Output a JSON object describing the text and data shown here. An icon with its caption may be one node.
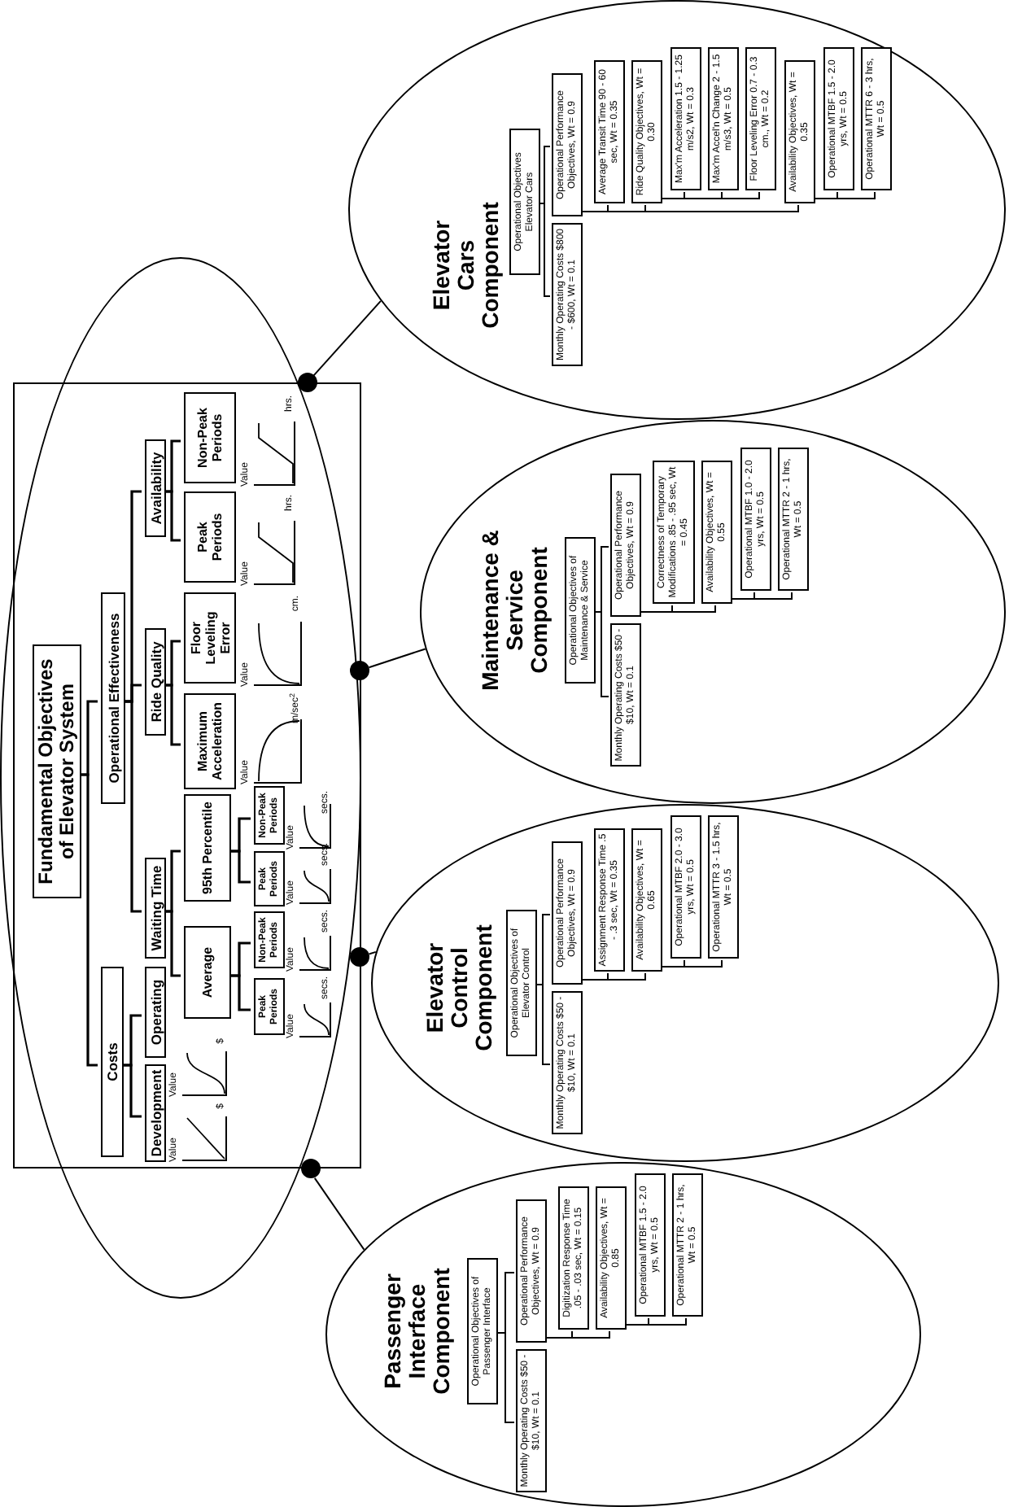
{
  "diagram": {
    "nodes": [
      {
        "text": [],
        "shape": "box",
        "in": 1
      },
      {
        "text": [],
        "shape": "ellipse"
      },
      {
        "text": [
          "Fundamental Objectives of Elevator System"
        ],
        "in": 0
      },
      {
        "text": [
          "Costs"
        ],
        "in": 0
      },
      {
        "text": [
          "Operational Effectiveness"
        ],
        "in": 0
      },
      {
        "text": [
          "Development"
        ],
        "in": 0
      },
      {
        "text": [
          "Operating"
        ],
        "in": 0
      },
      {
        "text": [
          "Waiting Time"
        ],
        "in": 0
      },
      {
        "text": [
          "Ride Quality"
        ],
        "in": 0
      },
      {
        "text": [
          "Availability"
        ],
        "in": 0
      },
      {
        "text": [
          "Average"
        ],
        "in": 0
      },
      {
        "text": [
          "95th Percentile"
        ],
        "in": 0
      },
      {
        "text": [
          "Maximum Acceleration"
        ],
        "in": 0
      },
      {
        "text": [
          "Floor Leveling Error"
        ],
        "in": 0
      },
      {
        "text": [
          "Peak Periods"
        ],
        "in": 0
      },
      {
        "text": [
          "Non-Peak Periods"
        ],
        "in": 0
      },
      {
        "text": [
          "Peak Periods"
        ],
        "in": 0
      },
      {
        "text": [
          "Non-Peak Periods"
        ],
        "in": 0
      },
      {
        "text": [
          "Peak Periods"
        ],
        "in": 0
      },
      {
        "text": [
          "Non-Peak Periods"
        ],
        "in": 0
      },
      {
        "text": [],
        "shape": "circle",
        "in": 1
      },
      {
        "text": [],
        "shape": "circle"
      },
      {
        "text": [],
        "shape": "circle"
      },
      {
        "text": [],
        "shape": "circle",
        "in": 1
      },
      {
        "text": [
          "Elevator Cars Component"
        ]
      },
      {
        "text": [
          "Operational Objectives Elevator Cars"
        ],
        "in": 24
      },
      {
        "text": [
          "Monthly Operating Costs $800 - $600, Wt = 0.1"
        ],
        "in": 24
      },
      {
        "text": [
          "Operational Performance Objectives, Wt = 0.9"
        ],
        "in": 24
      },
      {
        "text": [
          "Average Transit Time 90 - 60 sec, Wt = 0.35"
        ],
        "in": 24
      },
      {
        "text": [
          "Ride Quality Objectives, Wt = 0.30"
        ],
        "in": 24
      },
      {
        "text": [
          "Max'm Acceleration 1.5 - 1.25 m/s2, Wt = 0.3"
        ],
        "in": 24
      },
      {
        "text": [
          "Max'm Accel'n Change 2 - 1.5 m/s3, Wt = 0.5"
        ],
        "in": 24
      },
      {
        "text": [
          "Floor Leveling Error 0.7 - 0.3 cm., Wt = 0.2"
        ],
        "in": 24
      },
      {
        "text": [
          "Availability Objectives, Wt = 0.35"
        ],
        "in": 24
      },
      {
        "text": [
          "Operational MTBF 1.5 - 2.0 yrs, Wt = 0.5"
        ],
        "in": 24
      },
      {
        "text": [
          "Operational MTTR 6 - 3 hrs, Wt = 0.5"
        ],
        "in": 24
      },
      {
        "text": [
          "Maintenance & Service Component"
        ]
      },
      {
        "text": [
          "Operational Objectives of Maintenance & Service"
        ],
        "in": 36
      },
      {
        "text": [
          "Monthly Operating Costs $50 - $10, Wt = 0.1"
        ],
        "in": 36
      },
      {
        "text": [
          "Operational Performance Objectives, Wt = 0.9"
        ],
        "in": 36
      },
      {
        "text": [
          "Correctness of Temporary Modifications .85 - .95 sec, Wt = 0.45"
        ],
        "in": 36
      },
      {
        "text": [
          "Availability Objectives, Wt = 0.55"
        ],
        "in": 36
      },
      {
        "text": [
          "Operational MTBF 1.0 - 2.0 yrs, Wt = 0.5"
        ],
        "in": 36
      },
      {
        "text": [
          "Operational MTTR 2 - 1 hrs, Wt = 0.5"
        ],
        "in": 36
      },
      {
        "text": [
          "Elevator Control Component"
        ]
      },
      {
        "text": [
          "Operational Objectives of Elevator Control"
        ],
        "in": 44
      },
      {
        "text": [
          "Monthly Operating Costs $50 - $10, Wt = 0.1"
        ],
        "in": 44
      },
      {
        "text": [
          "Operational Performance Objectives, Wt = 0.9"
        ],
        "in": 44
      },
      {
        "text": [
          "Assignment Response Time .5 - .3 sec, Wt = 0.35"
        ],
        "in": 44
      },
      {
        "text": [
          "Availability Objectives, Wt = 0.65"
        ],
        "in": 44
      },
      {
        "text": [
          "Operational MTBF 2.0 - 3.0 yrs, Wt = 0.5"
        ],
        "in": 44
      },
      {
        "text": [
          "Operational MTTR 3 - 1.5 hrs, Wt = 0.5"
        ],
        "in": 44
      },
      {
        "text": [
          "Passenger Interface Component"
        ]
      },
      {
        "text": [
          "Operational Objectives of Passenger Interface"
        ],
        "in": 52
      },
      {
        "text": [
          "Monthly Operating Costs $50 - $10, Wt = 0.1"
        ],
        "in": 52
      },
      {
        "text": [
          "Operational Performance Objectives, Wt = 0.9"
        ],
        "in": 52
      },
      {
        "text": [
          "Digitization Response Time .05 - .03 sec, Wt = 0.15"
        ],
        "in": 52
      },
      {
        "text": [
          "Availability Objectives, Wt = 0.85"
        ],
        "in": 52
      },
      {
        "text": [
          "Operational MTBF 1.5 - 2.0 yrs, Wt = 0.5"
        ],
        "in": 52
      },
      {
        "text": [
          "Operational MTTR 2 - 1 hrs, Wt = 0.5"
        ],
        "in": 52
      }
    ],
    "edges": [
      {
        "from": 2,
        "to": 3,
        "arrow": "none"
      },
      {
        "from": 2,
        "to": 4,
        "arrow": "none"
      },
      {
        "from": 3,
        "to": 5,
        "arrow": "none"
      },
      {
        "from": 3,
        "to": 6,
        "arrow": "none"
      },
      {
        "from": 4,
        "to": 7,
        "arrow": "none"
      },
      {
        "from": 4,
        "to": 8,
        "arrow": "none"
      },
      {
        "from": 4,
        "to": 9,
        "arrow": "none"
      },
      {
        "from": 7,
        "to": 10,
        "arrow": "none"
      },
      {
        "from": 7,
        "to": 11,
        "arrow": "none"
      },
      {
        "from": 10,
        "to": 16,
        "arrow": "none"
      },
      {
        "from": 10,
        "to": 17,
        "arrow": "none"
      },
      {
        "from": 11,
        "to": 18,
        "arrow": "none"
      },
      {
        "from": 11,
        "to": 19,
        "arrow": "none"
      },
      {
        "from": 8,
        "to": 12,
        "arrow": "none"
      },
      {
        "from": 8,
        "to": 13,
        "arrow": "none"
      },
      {
        "from": 9,
        "to": 14,
        "arrow": "none"
      },
      {
        "from": 9,
        "to": 15,
        "arrow": "none"
      },
      {
        "from": 20,
        "to": 24,
        "arrow": "none"
      },
      {
        "from": 21,
        "to": 36,
        "arrow": "none"
      },
      {
        "from": 22,
        "to": 44,
        "arrow": "none"
      },
      {
        "from": 23,
        "to": 52,
        "arrow": "none"
      },
      {
        "from": 25,
        "to": 26,
        "arrow": "none"
      },
      {
        "from": 25,
        "to": 27,
        "arrow": "none"
      },
      {
        "from": 27,
        "to": 28,
        "arrow": "none"
      },
      {
        "from": 27,
        "to": 29,
        "arrow": "none"
      },
      {
        "from": 27,
        "to": 33,
        "arrow": "none"
      },
      {
        "from": 29,
        "to": 30,
        "arrow": "none"
      },
      {
        "from": 29,
        "to": 31,
        "arrow": "none"
      },
      {
        "from": 29,
        "to": 32,
        "arrow": "none"
      },
      {
        "from": 33,
        "to": 34,
        "arrow": "none"
      },
      {
        "from": 33,
        "to": 35,
        "arrow": "none"
      },
      {
        "from": 37,
        "to": 38,
        "arrow": "none"
      },
      {
        "from": 37,
        "to": 39,
        "arrow": "none"
      },
      {
        "from": 39,
        "to": 40,
        "arrow": "none"
      },
      {
        "from": 39,
        "to": 41,
        "arrow": "none"
      },
      {
        "from": 41,
        "to": 42,
        "arrow": "none"
      },
      {
        "from": 41,
        "to": 43,
        "arrow": "none"
      },
      {
        "from": 45,
        "to": 46,
        "arrow": "none"
      },
      {
        "from": 45,
        "to": 47,
        "arrow": "none"
      },
      {
        "from": 47,
        "to": 48,
        "arrow": "none"
      },
      {
        "from": 47,
        "to": 49,
        "arrow": "none"
      },
      {
        "from": 49,
        "to": 50,
        "arrow": "none"
      },
      {
        "from": 49,
        "to": 51,
        "arrow": "none"
      },
      {
        "from": 53,
        "to": 54,
        "arrow": "none"
      },
      {
        "from": 53,
        "to": 55,
        "arrow": "none"
      },
      {
        "from": 55,
        "to": 56,
        "arrow": "none"
      },
      {
        "from": 55,
        "to": 57,
        "arrow": "none"
      },
      {
        "from": 57,
        "to": 58,
        "arrow": "none"
      },
      {
        "from": 57,
        "to": 59,
        "arrow": "none"
      }
    ],
    "labels": [
      "Value",
      "$",
      "Value",
      "$",
      "Value",
      "secs.",
      "Value",
      "secs.",
      "Value",
      "secs.",
      "Value",
      "secs.",
      "Value",
      "m/sec$^{2}$",
      "Value",
      "cm.",
      "Value",
      "hrs.",
      "Value",
      "hrs."
    ]
  }
}
